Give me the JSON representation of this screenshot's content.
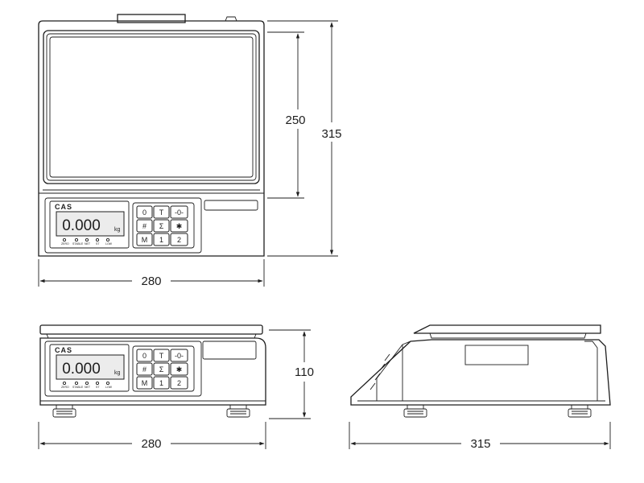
{
  "brand": "CAS",
  "display": {
    "value": "0.000",
    "unit": "kg"
  },
  "keypad": {
    "row1": [
      "0",
      "T",
      "-0-"
    ],
    "row2": [
      "#",
      "Σ",
      "✱"
    ],
    "row3": [
      "M",
      "1",
      "2"
    ]
  },
  "indicator_labels": [
    "ZERO",
    "STABLE",
    "NET",
    "ST",
    "LOW"
  ],
  "dimensions": {
    "platter_depth": "250",
    "total_depth": "315",
    "top_width": "280",
    "front_width": "280",
    "height": "110",
    "side_depth": "315"
  }
}
